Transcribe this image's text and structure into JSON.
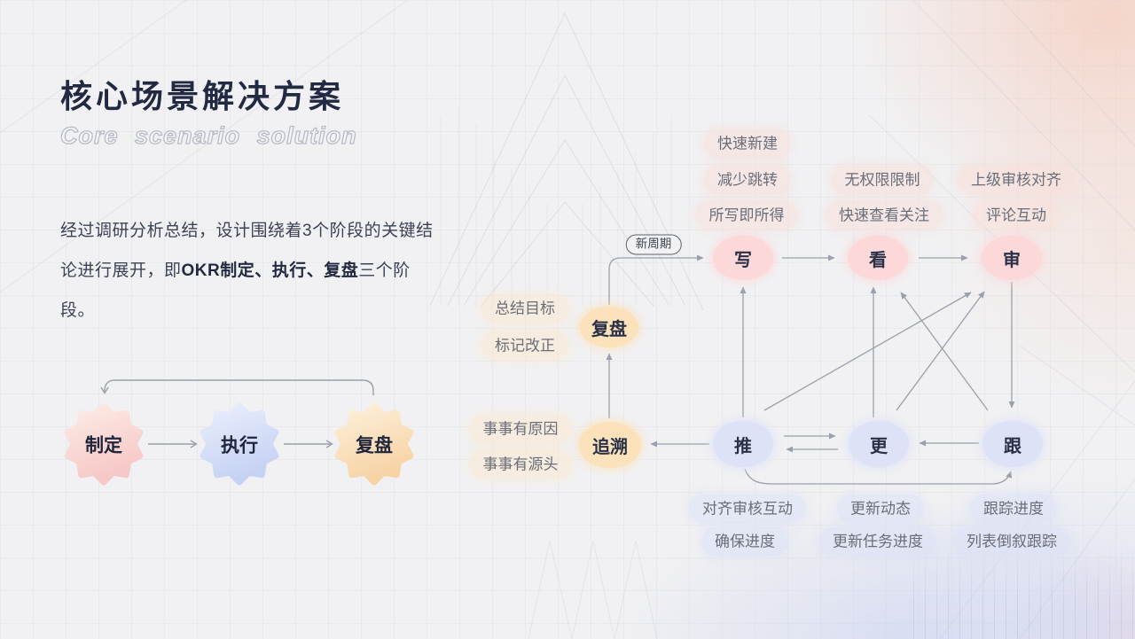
{
  "slide": {
    "title": "核心场景解决方案",
    "subtitle": "Core scenario solution",
    "intro": {
      "text_before": "经过调研分析总结，设计围绕着3个阶段的关键结论进行展开，即",
      "text_bold": "OKR制定、执行、复盘",
      "text_after": "三个阶段。"
    }
  },
  "stage_flow": {
    "stages": [
      {
        "id": "formulate",
        "label": "制定",
        "color": "pink"
      },
      {
        "id": "execute",
        "label": "执行",
        "color": "blue"
      },
      {
        "id": "review",
        "label": "复盘",
        "color": "orange"
      }
    ]
  },
  "scenario_map": {
    "cycle_badge": "新周期",
    "nodes": {
      "fupan": "复盘",
      "zhuisu": "追溯",
      "write": "写",
      "view": "看",
      "audit": "审",
      "push": "推",
      "update": "更",
      "follow": "跟"
    },
    "tags": {
      "write": [
        "快速新建",
        "减少跳转",
        "所写即所得"
      ],
      "view": [
        "无权限限制",
        "快速查看关注"
      ],
      "audit": [
        "上级审核对齐",
        "评论互动"
      ],
      "fupan": [
        "总结目标",
        "标记改正"
      ],
      "zhuisu": [
        "事事有原因",
        "事事有源头"
      ],
      "push": [
        "对齐审核互动",
        "确保进度"
      ],
      "update": [
        "更新动态",
        "更新任务进度"
      ],
      "follow": [
        "跟踪进度",
        "列表倒叙跟踪"
      ]
    }
  },
  "colors": {
    "title_navy": "#222a43",
    "pink_node": "#fcd8d9",
    "orange_node": "#fbe2ba",
    "blue_node": "#dde2f7",
    "arrow_gray": "#9aa0ab",
    "pink_pill": "#fadcd7",
    "orange_pill": "#fbe8cb",
    "blue_pill": "#dbe0f6"
  }
}
